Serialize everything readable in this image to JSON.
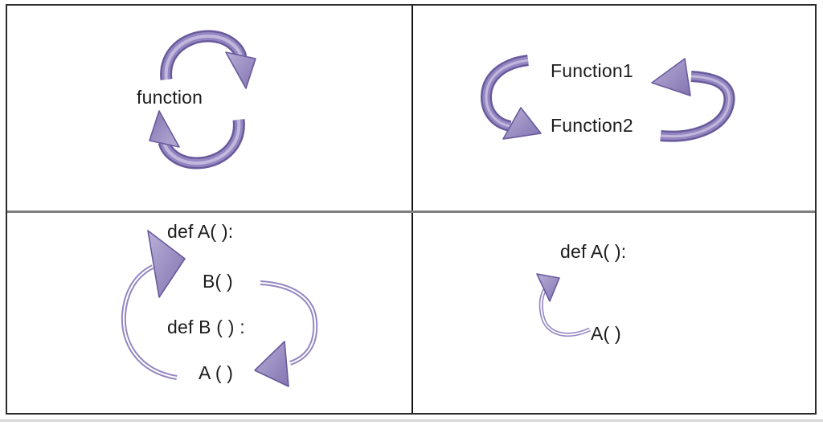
{
  "colors": {
    "arrow_dark": "#6a5a9d",
    "arrow_mid": "#9486c0",
    "arrow_light": "#cac1e2",
    "arrow_head_light": "#b9aed8",
    "arrow_head_dark": "#8273af",
    "frame_border": "#2b2b2b",
    "divider_vertical": "#111111",
    "divider_horizontal": "#7f7f7f",
    "text": "#1c1c1c",
    "baseline_strip": "#d8d8d8"
  },
  "cells": {
    "top_left": {
      "label": "function"
    },
    "top_right": {
      "function1": "Function1",
      "function2": "Function2"
    },
    "bottom_left": {
      "def_a": "def A( ):",
      "call_b": "B( )",
      "def_b": "def B ( ) :",
      "call_a": "A ( )"
    },
    "bottom_right": {
      "def_a": "def A( ):",
      "call_a": "A( )"
    }
  }
}
